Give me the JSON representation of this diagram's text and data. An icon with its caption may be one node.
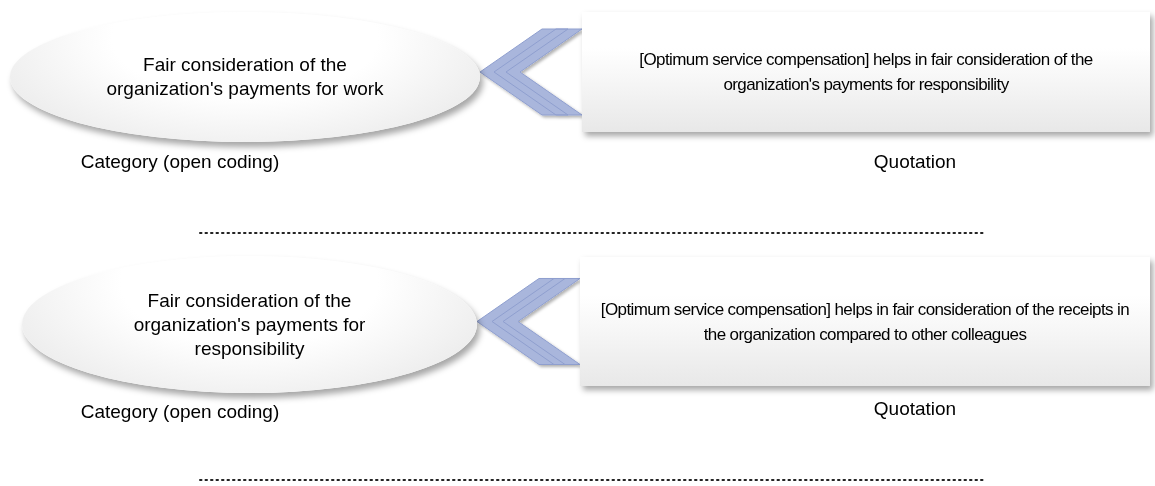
{
  "diagram": {
    "nodes": [
      {
        "text": [
          "Fair consideration of the organization's payments for work"
        ],
        "beside": [
          "Category (open coding)"
        ]
      },
      {
        "text": [
          "[Optimum service compensation] helps in fair consideration of the organization's payments for responsibility"
        ],
        "beside": [
          "Quotation"
        ]
      },
      {
        "text": [
          "Fair consideration of the organization's payments for responsibility"
        ],
        "beside": [
          "Category (open coding)"
        ]
      },
      {
        "text": [
          "[Optimum service compensation] helps in fair consideration of the receipts in the organization compared to other colleagues"
        ],
        "beside": [
          "Quotation"
        ]
      }
    ],
    "edges": [
      {
        "from": 1,
        "to": 0,
        "arrow": "to"
      },
      {
        "from": 3,
        "to": 2,
        "arrow": "to"
      }
    ]
  }
}
